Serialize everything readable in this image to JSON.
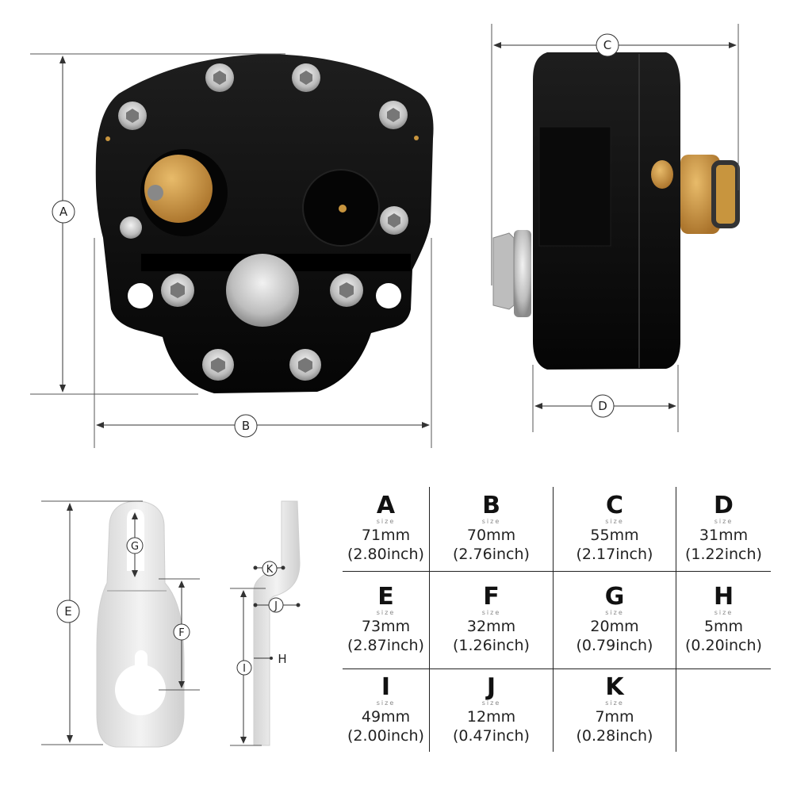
{
  "labels": {
    "A": "A",
    "B": "B",
    "C": "C",
    "D": "D",
    "E": "E",
    "F": "F",
    "G": "G",
    "H": "H",
    "I": "I",
    "J": "J",
    "K": "K"
  },
  "specs": [
    {
      "letter": "A",
      "sub": "size",
      "mm": "71mm",
      "inch": "(2.80inch)"
    },
    {
      "letter": "B",
      "sub": "size",
      "mm": "70mm",
      "inch": "(2.76inch)"
    },
    {
      "letter": "C",
      "sub": "size",
      "mm": "55mm",
      "inch": "(2.17inch)"
    },
    {
      "letter": "D",
      "sub": "size",
      "mm": "31mm",
      "inch": "(1.22inch)"
    },
    {
      "letter": "E",
      "sub": "size",
      "mm": "73mm",
      "inch": "(2.87inch)"
    },
    {
      "letter": "F",
      "sub": "size",
      "mm": "32mm",
      "inch": "(1.26inch)"
    },
    {
      "letter": "G",
      "sub": "size",
      "mm": "20mm",
      "inch": "(0.79inch)"
    },
    {
      "letter": "H",
      "sub": "size",
      "mm": "5mm",
      "inch": "(0.20inch)"
    },
    {
      "letter": "I",
      "sub": "size",
      "mm": "49mm",
      "inch": "(2.00inch)"
    },
    {
      "letter": "J",
      "sub": "size",
      "mm": "12mm",
      "inch": "(0.47inch)"
    },
    {
      "letter": "K",
      "sub": "size",
      "mm": "7mm",
      "inch": "(0.28inch)"
    },
    {
      "letter": "",
      "sub": "",
      "mm": "",
      "inch": ""
    }
  ],
  "colors": {
    "body": "#0d0d0d",
    "brass": "#c8953e",
    "steel": "#c9c9c9",
    "bracket": "#e6e6e6"
  }
}
